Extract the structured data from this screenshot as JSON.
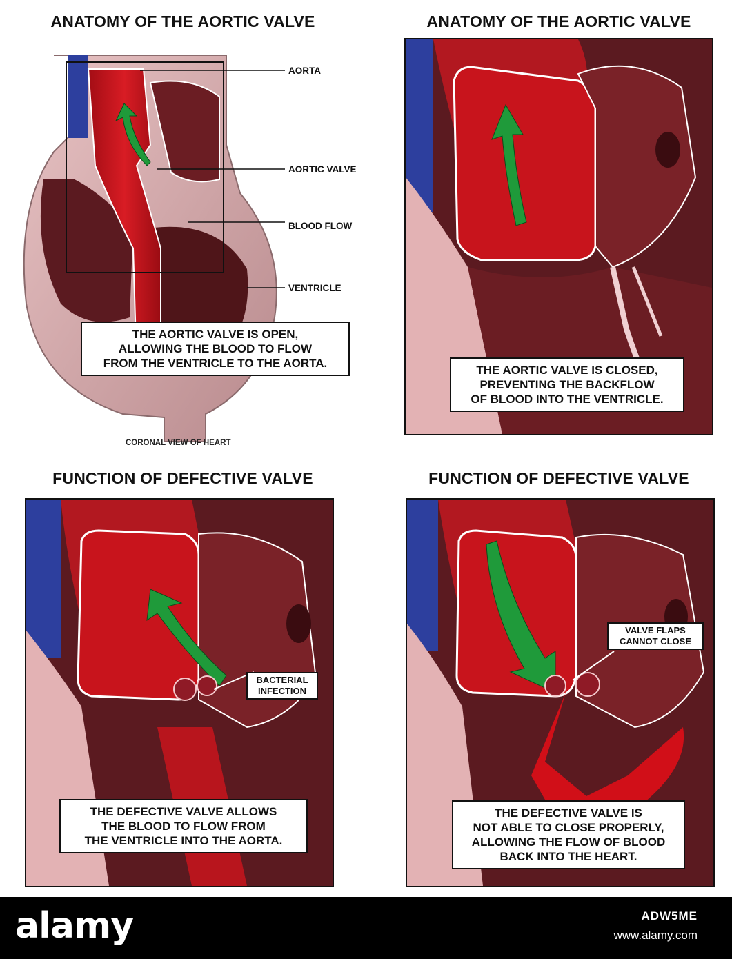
{
  "panels": {
    "top_left": {
      "title": "ANATOMY OF THE AORTIC VALVE",
      "labels": {
        "aorta": "AORTA",
        "aortic_valve": "AORTIC VALVE",
        "blood_flow": "BLOOD FLOW",
        "ventricle": "VENTRICLE"
      },
      "caption": [
        "THE AORTIC VALVE IS OPEN,",
        "ALLOWING THE BLOOD TO FLOW",
        "FROM THE VENTRICLE TO THE AORTA."
      ],
      "note": "CORONAL VIEW OF HEART"
    },
    "top_right": {
      "title": "ANATOMY OF THE AORTIC VALVE",
      "caption": [
        "THE AORTIC VALVE IS CLOSED,",
        "PREVENTING THE BACKFLOW",
        "OF BLOOD INTO THE VENTRICLE."
      ]
    },
    "bottom_left": {
      "title": "FUNCTION OF DEFECTIVE VALVE",
      "callout": [
        "BACTERIAL",
        "INFECTION"
      ],
      "caption": [
        "THE DEFECTIVE VALVE ALLOWS",
        "THE BLOOD TO FLOW FROM",
        "THE VENTRICLE INTO THE AORTA."
      ]
    },
    "bottom_right": {
      "title": "FUNCTION OF DEFECTIVE VALVE",
      "callout": [
        "VALVE FLAPS",
        "CANNOT CLOSE"
      ],
      "caption": [
        "THE DEFECTIVE VALVE IS",
        "NOT ABLE TO CLOSE PROPERLY,",
        "ALLOWING THE FLOW OF BLOOD",
        "BACK INTO THE HEART."
      ]
    }
  },
  "footer": {
    "logo": "alamy",
    "image_id": "ADW5ME",
    "url": "www.alamy.com"
  },
  "colors": {
    "aorta_red": "#c8141c",
    "muscle_dark": "#5e1519",
    "tissue_pink": "#e3b2b4",
    "arrow_green": "#1f9a3a",
    "vein_blue": "#2d3f9e"
  }
}
